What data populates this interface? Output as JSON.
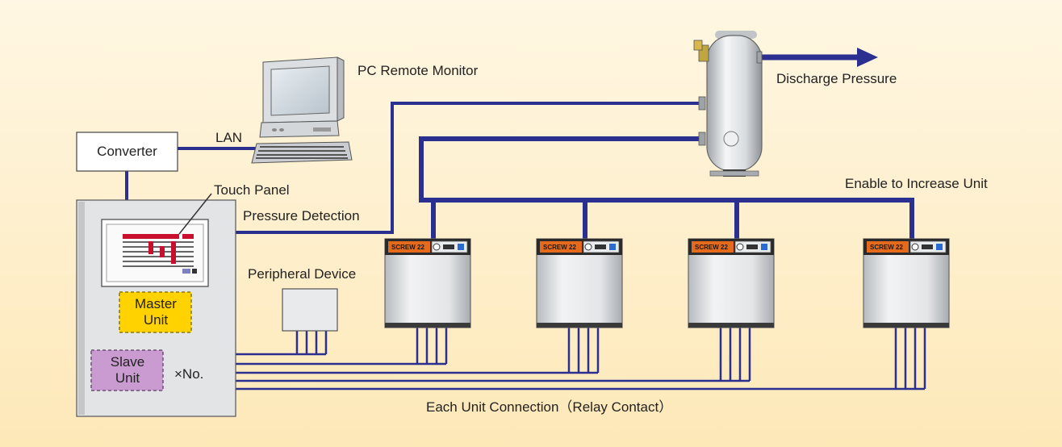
{
  "labels": {
    "pc_remote_monitor": "PC Remote Monitor",
    "discharge_pressure": "Discharge Pressure",
    "lan": "LAN",
    "converter": "Converter",
    "touch_panel": "Touch Panel",
    "pressure_detection": "Pressure Detection",
    "enable_to_increase_unit": "Enable to Increase Unit",
    "peripheral_device": "Peripheral Device",
    "master_unit": "Master Unit",
    "slave_unit": "Slave Unit",
    "count_suffix": "×No.",
    "each_unit_connection": "Each Unit Connection（Relay Contact）"
  },
  "compressor_units": [
    {
      "brand": "SCREW 22"
    },
    {
      "brand": "SCREW 22"
    },
    {
      "brand": "SCREW 22"
    },
    {
      "brand": "SCREW 22"
    }
  ],
  "colors": {
    "line": "#2b2f8f",
    "background_top": "#fff7e3",
    "background_bottom": "#fde8b8",
    "master_fill": "#ffd200",
    "slave_fill": "#c99bd0",
    "unit_header": "#e56a1c"
  }
}
